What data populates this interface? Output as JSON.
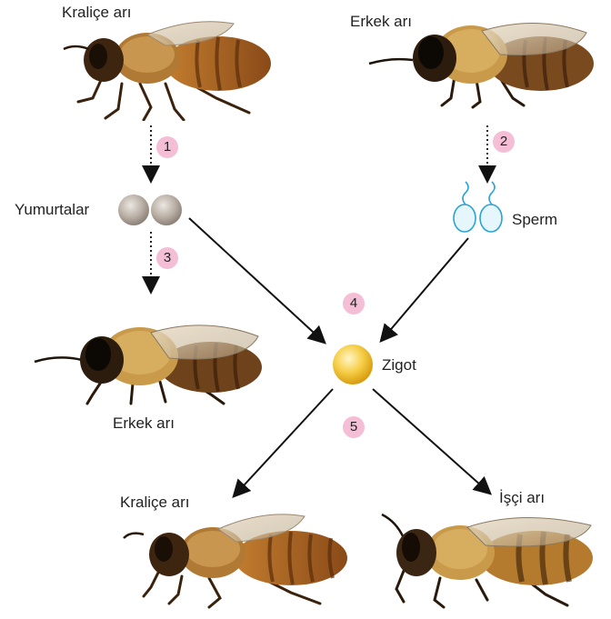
{
  "labels": {
    "queen_top": "Kraliçe arı",
    "drone_top": "Erkek arı",
    "eggs": "Yumurtalar",
    "sperm": "Sperm",
    "drone_mid": "Erkek arı",
    "zygote": "Zigot",
    "queen_bottom": "Kraliçe arı",
    "worker": "İşçi arı"
  },
  "steps": [
    "1",
    "2",
    "3",
    "4",
    "5"
  ],
  "colors": {
    "badge": "#f4bfd6",
    "egg": "#b5aca3",
    "sperm": "#2aa3d6",
    "zygote": "#f2c23a"
  },
  "icons": [
    "queen-bee",
    "drone-bee",
    "worker-bee",
    "egg",
    "sperm-cell",
    "zygote-cell"
  ]
}
